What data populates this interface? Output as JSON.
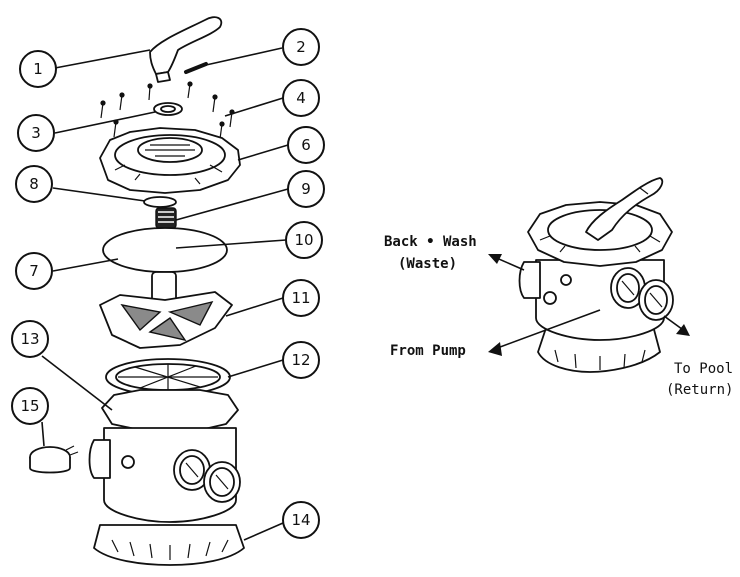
{
  "callouts": [
    {
      "id": 1,
      "label": "1"
    },
    {
      "id": 2,
      "label": "2"
    },
    {
      "id": 3,
      "label": "3"
    },
    {
      "id": 4,
      "label": "4"
    },
    {
      "id": 6,
      "label": "6"
    },
    {
      "id": 7,
      "label": "7"
    },
    {
      "id": 8,
      "label": "8"
    },
    {
      "id": 9,
      "label": "9"
    },
    {
      "id": 10,
      "label": "10"
    },
    {
      "id": 11,
      "label": "11"
    },
    {
      "id": 12,
      "label": "12"
    },
    {
      "id": 13,
      "label": "13"
    },
    {
      "id": 14,
      "label": "14"
    },
    {
      "id": 15,
      "label": "15"
    }
  ],
  "flow_labels": {
    "backwash_line1": "Back • Wash",
    "backwash_line2": "(Waste)",
    "from_pump": "From Pump",
    "to_pool_line1": "To Pool",
    "to_pool_line2": "(Return)"
  }
}
